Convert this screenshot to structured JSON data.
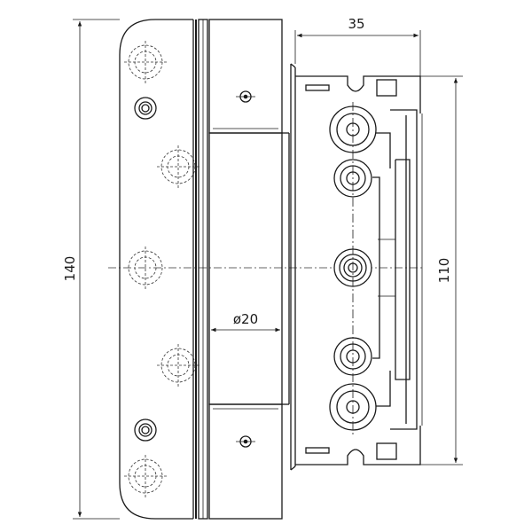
{
  "dimensions": {
    "total_height": "140",
    "bracket_height": "110",
    "bracket_width": "35",
    "barrel_diameter": "ø20"
  }
}
